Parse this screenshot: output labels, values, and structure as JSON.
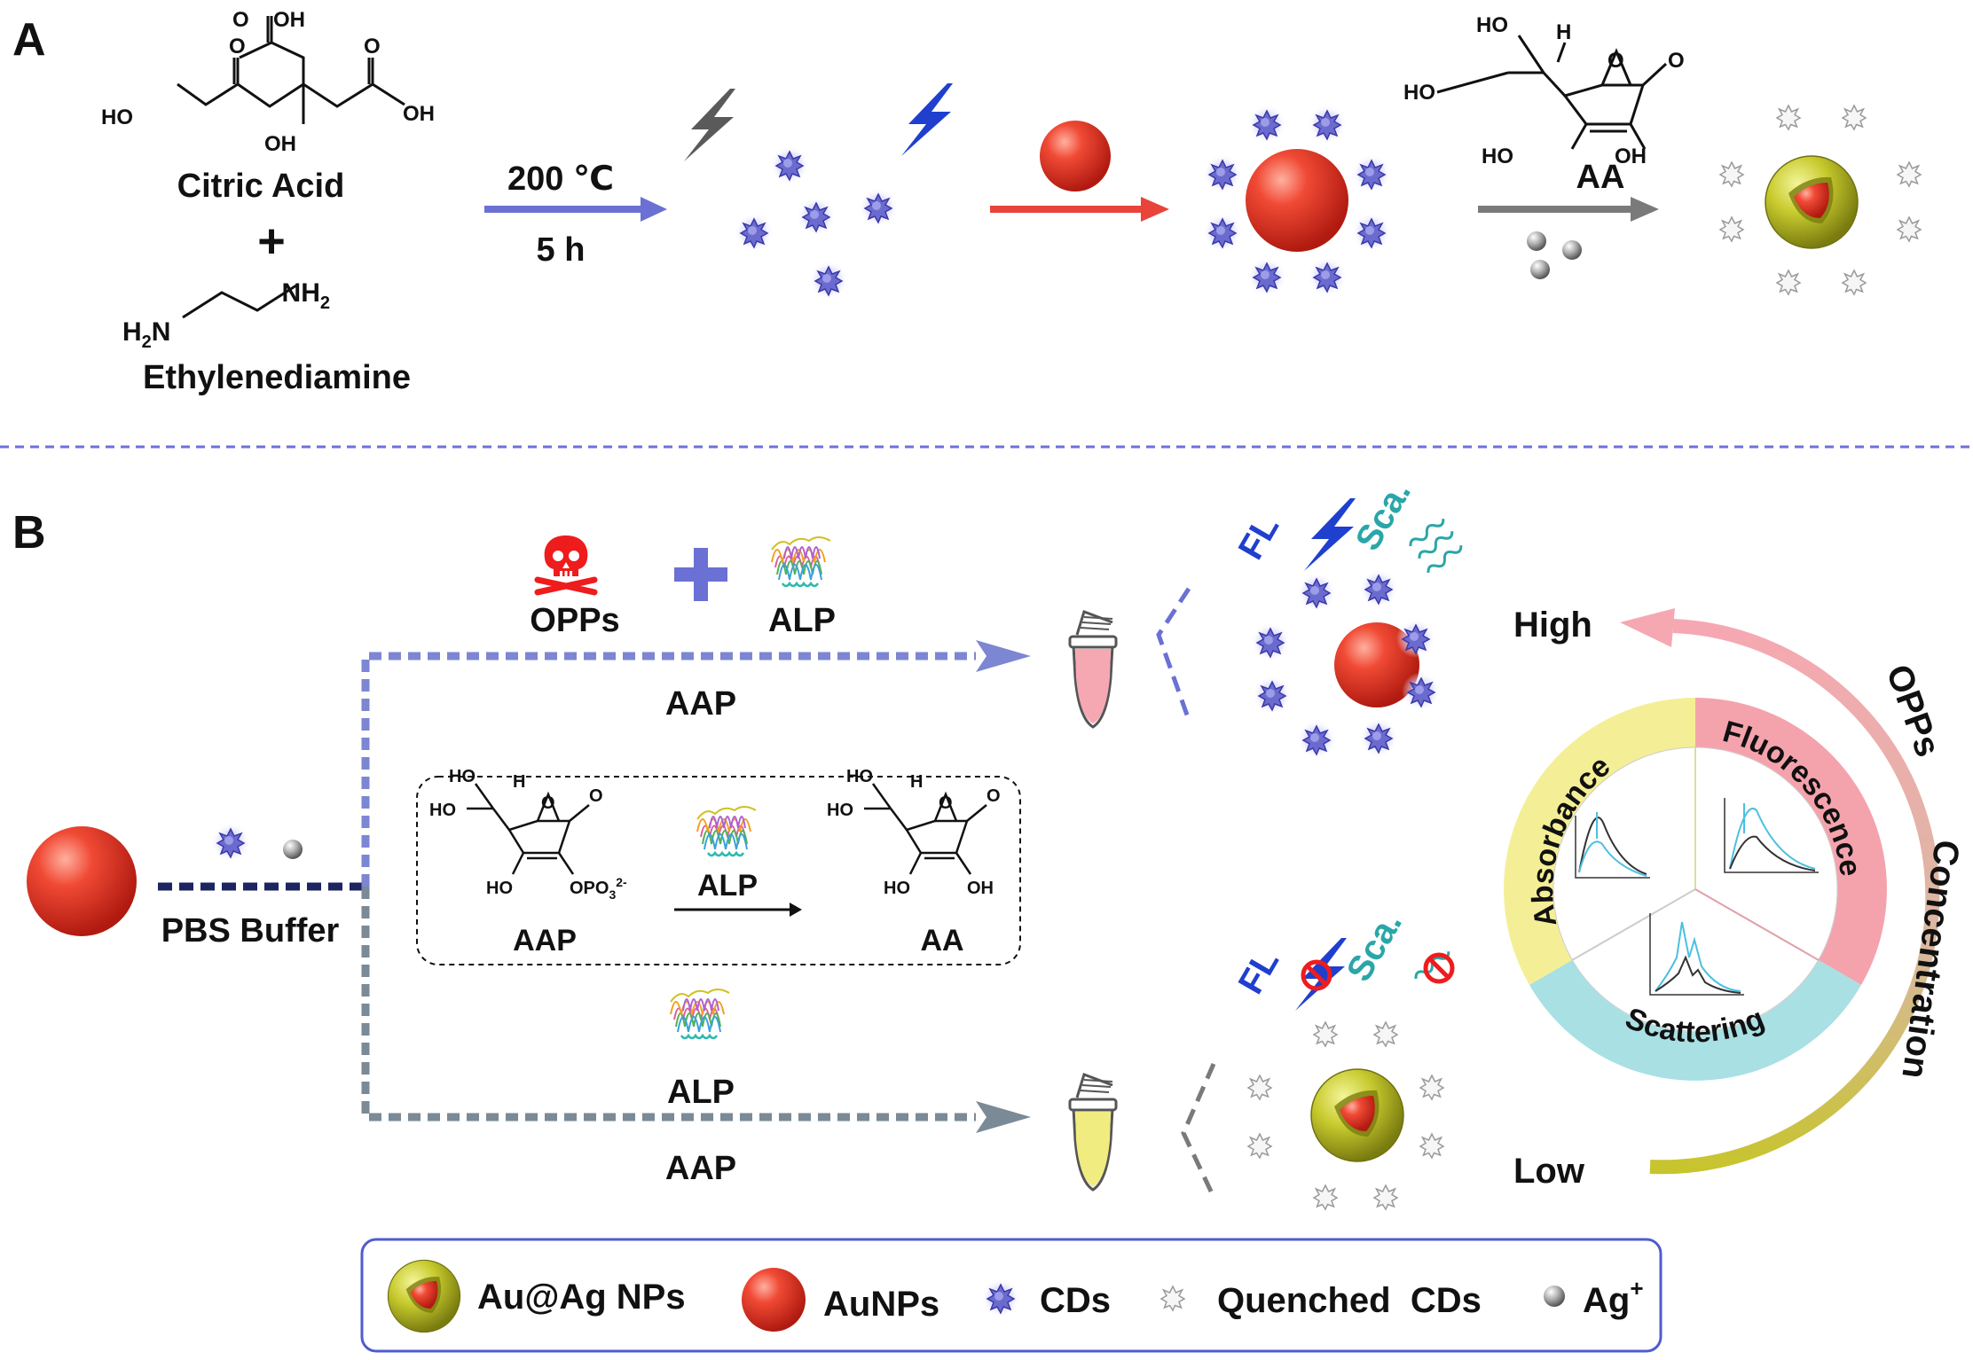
{
  "panel_a": {
    "label": "A",
    "citric_acid": {
      "name": "Citric Acid",
      "oh_top": "OH",
      "o_left": "O",
      "o_mid": "O",
      "o_right": "O",
      "ho_left": "HO",
      "oh_center": "OH",
      "oh_right": "OH"
    },
    "plus": "+",
    "ethylenediamine": {
      "name": "Ethylenediamine",
      "nh2": "NH",
      "h2n": "H",
      "n": "N",
      "sub2": "2"
    },
    "step1": {
      "temp": "200 ℃",
      "time": "5 h"
    },
    "ascorbic": {
      "ho1": "HO",
      "h": "H",
      "ho2": "HO",
      "o_ring": "O",
      "o_keto": "O",
      "ho3": "HO",
      "oh4": "OH",
      "label": "AA"
    }
  },
  "panel_b": {
    "label": "B",
    "opps": "OPPs",
    "alp": "ALP",
    "aap_top": "AAP",
    "aap_bottom": "AAP",
    "alp_bottom": "ALP",
    "pbs": "PBS Buffer",
    "fl": "FL",
    "sca": "Sca.",
    "reaction": {
      "ho_a": "HO",
      "h_a": "H",
      "ho_b": "HO",
      "o_ring_a": "O",
      "o_keto_a": "O",
      "ho_c": "HO",
      "opo3": "OPO",
      "opo3_sub": "3",
      "opo3_sup": "2-",
      "aap": "AAP",
      "alp": "ALP",
      "ho_d": "HO",
      "h_d": "H",
      "ho_e": "HO",
      "o_ring_d": "O",
      "o_keto_d": "O",
      "ho_f": "HO",
      "oh_f": "OH",
      "aa": "AA"
    },
    "wheel": {
      "absorbance": "Absorbance",
      "fluorescence": "Fluorescence",
      "scattering": "Scattering",
      "high": "High",
      "low": "Low",
      "opps_label": "OPPs",
      "concentration": "Concentration",
      "colors": {
        "absorbance": "#f4ef96",
        "fluorescence": "#f4a3ad",
        "scattering": "#a8e0e3"
      }
    }
  },
  "legend": {
    "items": [
      "Au@Ag NPs",
      "AuNPs",
      "CDs",
      "Quenched  CDs",
      "Ag"
    ],
    "ag_sup": "+"
  },
  "colors": {
    "cd": "#7070cc",
    "gold_np": "#ee3322",
    "shell": "#c7c92a",
    "arrow_blue": "#6a70d4",
    "arrow_red": "#e8443a",
    "arrow_gray": "#7a7a7a",
    "divider": "#6b72d8",
    "fl_blue": "#1f3fcf",
    "sca_teal": "#2aa6a8"
  }
}
